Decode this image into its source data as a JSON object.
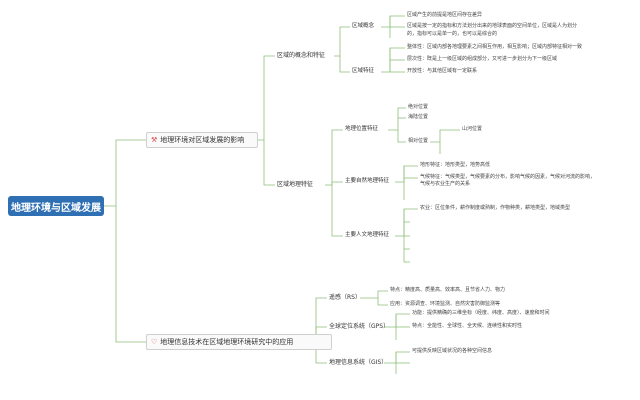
{
  "root": {
    "label": "地理环境与区域发展"
  },
  "topics": [
    {
      "label": "地理环境对区域发展的影响",
      "icon": "hammer-pick-icon"
    },
    {
      "label": "地理信息技术在区域地理环境研究中的应用",
      "icon": "heart-icon"
    }
  ],
  "t1": {
    "a": {
      "label": "区域的概念和特征",
      "concept": {
        "label": "区域概念",
        "items": [
          "区域产生的前提是地区间存在差异",
          "区域是按一定的指标和方法划分出来的地球表面的空间单位，区域是人为划分",
          "的，指标可以是单一的，也可以是综合的"
        ]
      },
      "features": {
        "label": "区域特征",
        "items": [
          "整体性：区域内部各地理要素之间相互作用，相互影响；区域内部特征相对一致",
          "层次性：既是上一级区域的组成部分，又可进一步划分为下一级区域",
          "开放性：与其他区域有一定联系"
        ]
      }
    },
    "b": {
      "label": "区域地理特征",
      "location": {
        "label": "地理位置特征",
        "abs": "绝对位置",
        "sea": "海陆位置",
        "rel": "相对位置",
        "rel_sub": "山河位置"
      },
      "natural": {
        "label": "主要自然地理特征",
        "items": [
          "地形特征：地形类型，地势高低",
          "气候特征：气候类型，气候要素的分布，影响气候的因素，气候对河流的影响，",
          "气候与农业生产的关系"
        ]
      },
      "human": {
        "label": "主要人文地理特征",
        "items": [
          "农业：区位条件，耕作制度或熟制，作物种类，耕地类型，地域类型"
        ]
      }
    }
  },
  "t2": {
    "rs": {
      "label": "遥感（RS）",
      "items": [
        "特点：精度高、质量高、效率高、且节省人力、物力",
        "应用：资源调查、环境监测、自然灾害防御监测等"
      ]
    },
    "gps": {
      "label": "全球定位系统（GPS）",
      "items": [
        "功能：提供精确的三维坐标（经度、纬度、高度）、速度和时间",
        "特点：全能性、全球性、全天候、连续性和实时性"
      ]
    },
    "gis": {
      "label": "地理信息系统（GIS）",
      "items": [
        "可提供反映区域状况的各种空间信息"
      ]
    }
  },
  "colors": {
    "root_bg": "#2f6fb3",
    "connector": "#8fbf7a"
  }
}
